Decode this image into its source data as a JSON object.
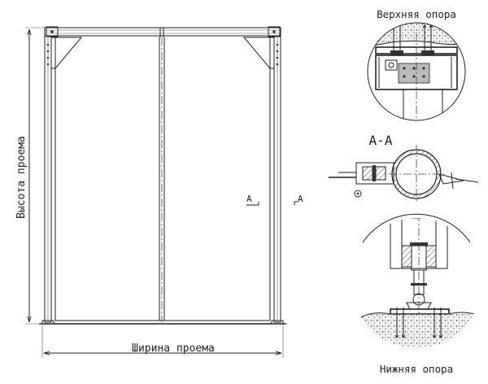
{
  "labels": {
    "top_support": "Верхняя опора",
    "bottom_support": "Нижняя опора",
    "section": "А-А",
    "height": "Высота проема",
    "width": "Ширина проема",
    "section_mark_left": "А",
    "section_mark_right": "А"
  }
}
